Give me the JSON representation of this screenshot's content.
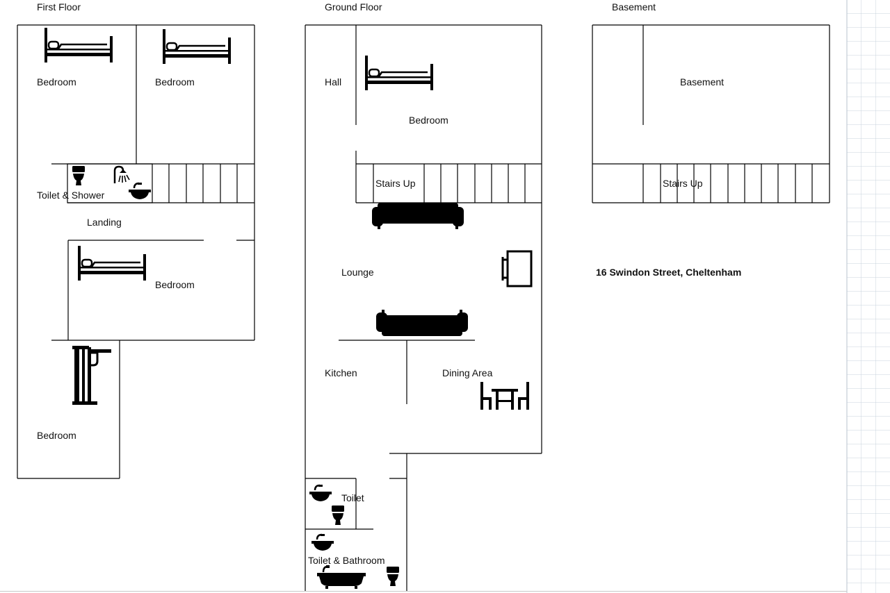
{
  "floors": {
    "first": {
      "heading": "First Floor"
    },
    "ground": {
      "heading": "Ground Floor"
    },
    "basement": {
      "heading": "Basement"
    }
  },
  "rooms": {
    "first_bedroom_1": "Bedroom",
    "first_bedroom_2": "Bedroom",
    "first_toilet_shower": "Toilet & Shower",
    "first_landing": "Landing",
    "first_bedroom_3": "Bedroom",
    "first_bedroom_4": "Bedroom",
    "ground_hall": "Hall",
    "ground_bedroom": "Bedroom",
    "ground_stairs": "Stairs Up",
    "ground_lounge": "Lounge",
    "ground_kitchen": "Kitchen",
    "ground_dining": "Dining Area",
    "ground_toilet": "Toilet",
    "ground_toilet_bathroom": "Toilet & Bathroom",
    "basement_room": "Basement",
    "basement_stairs": "Stairs Up"
  },
  "address": "16 Swindon Street, Cheltenham",
  "colors": {
    "line": "#000000",
    "grid": "#c9d3de",
    "background": "#ffffff"
  },
  "icons": [
    "bed-icon",
    "toilet-icon",
    "shower-icon",
    "basin-icon",
    "sofa-icon",
    "tv-icon",
    "dining-set-icon",
    "bathtub-icon",
    "radiator-icon"
  ]
}
